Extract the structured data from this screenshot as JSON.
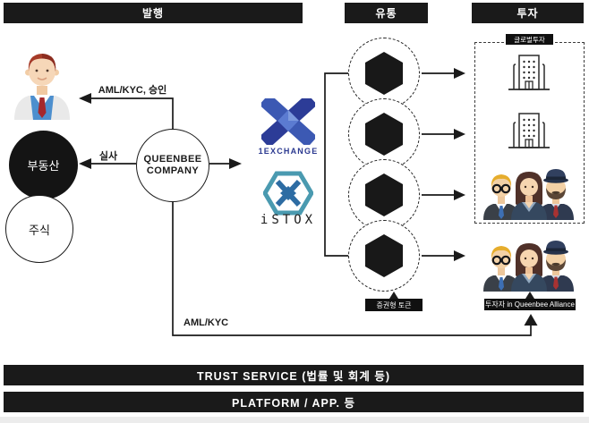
{
  "headers": {
    "issuance": "발행",
    "distribution": "유통",
    "investment": "투자"
  },
  "issuer": {
    "real_estate_label": "부동산",
    "stock_label": "주식",
    "company_line1": "QUEENBEE",
    "company_line2": "COMPANY"
  },
  "flow_labels": {
    "aml_kyc_approval": "AML/KYC, 승인",
    "due_diligence": "실사",
    "aml_kyc": "AML/KYC"
  },
  "exchanges": {
    "exchange1_name": "1EXCHANGE",
    "exchange2_name": "iSTOX"
  },
  "distribution": {
    "token_label": "증권형 토큰"
  },
  "investment": {
    "global_investor_label": "글로벌투자",
    "alliance_label": "투자자 in Queenbee Alliance"
  },
  "footer": {
    "trust_service": "TRUST SERVICE (법률 및 회계 등)",
    "platform": "PLATFORM / APP. 등"
  },
  "icons": {
    "issuer": "business-person-icon",
    "token": "hexagon-token-icon",
    "institution": "office-building-icon",
    "investors": "investor-group-icon",
    "exchange1": "x-cube-logo-icon",
    "exchange2": "hexagon-x-logo-icon"
  },
  "colors": {
    "bar_bg": "#1a1a1a",
    "line": "#1a1a1a",
    "exchange_navy": "#2b3990",
    "exchange_blue": "#3c59b3",
    "istox_teal": "#4a9ab0",
    "istox_blue": "#2d6ca3"
  }
}
